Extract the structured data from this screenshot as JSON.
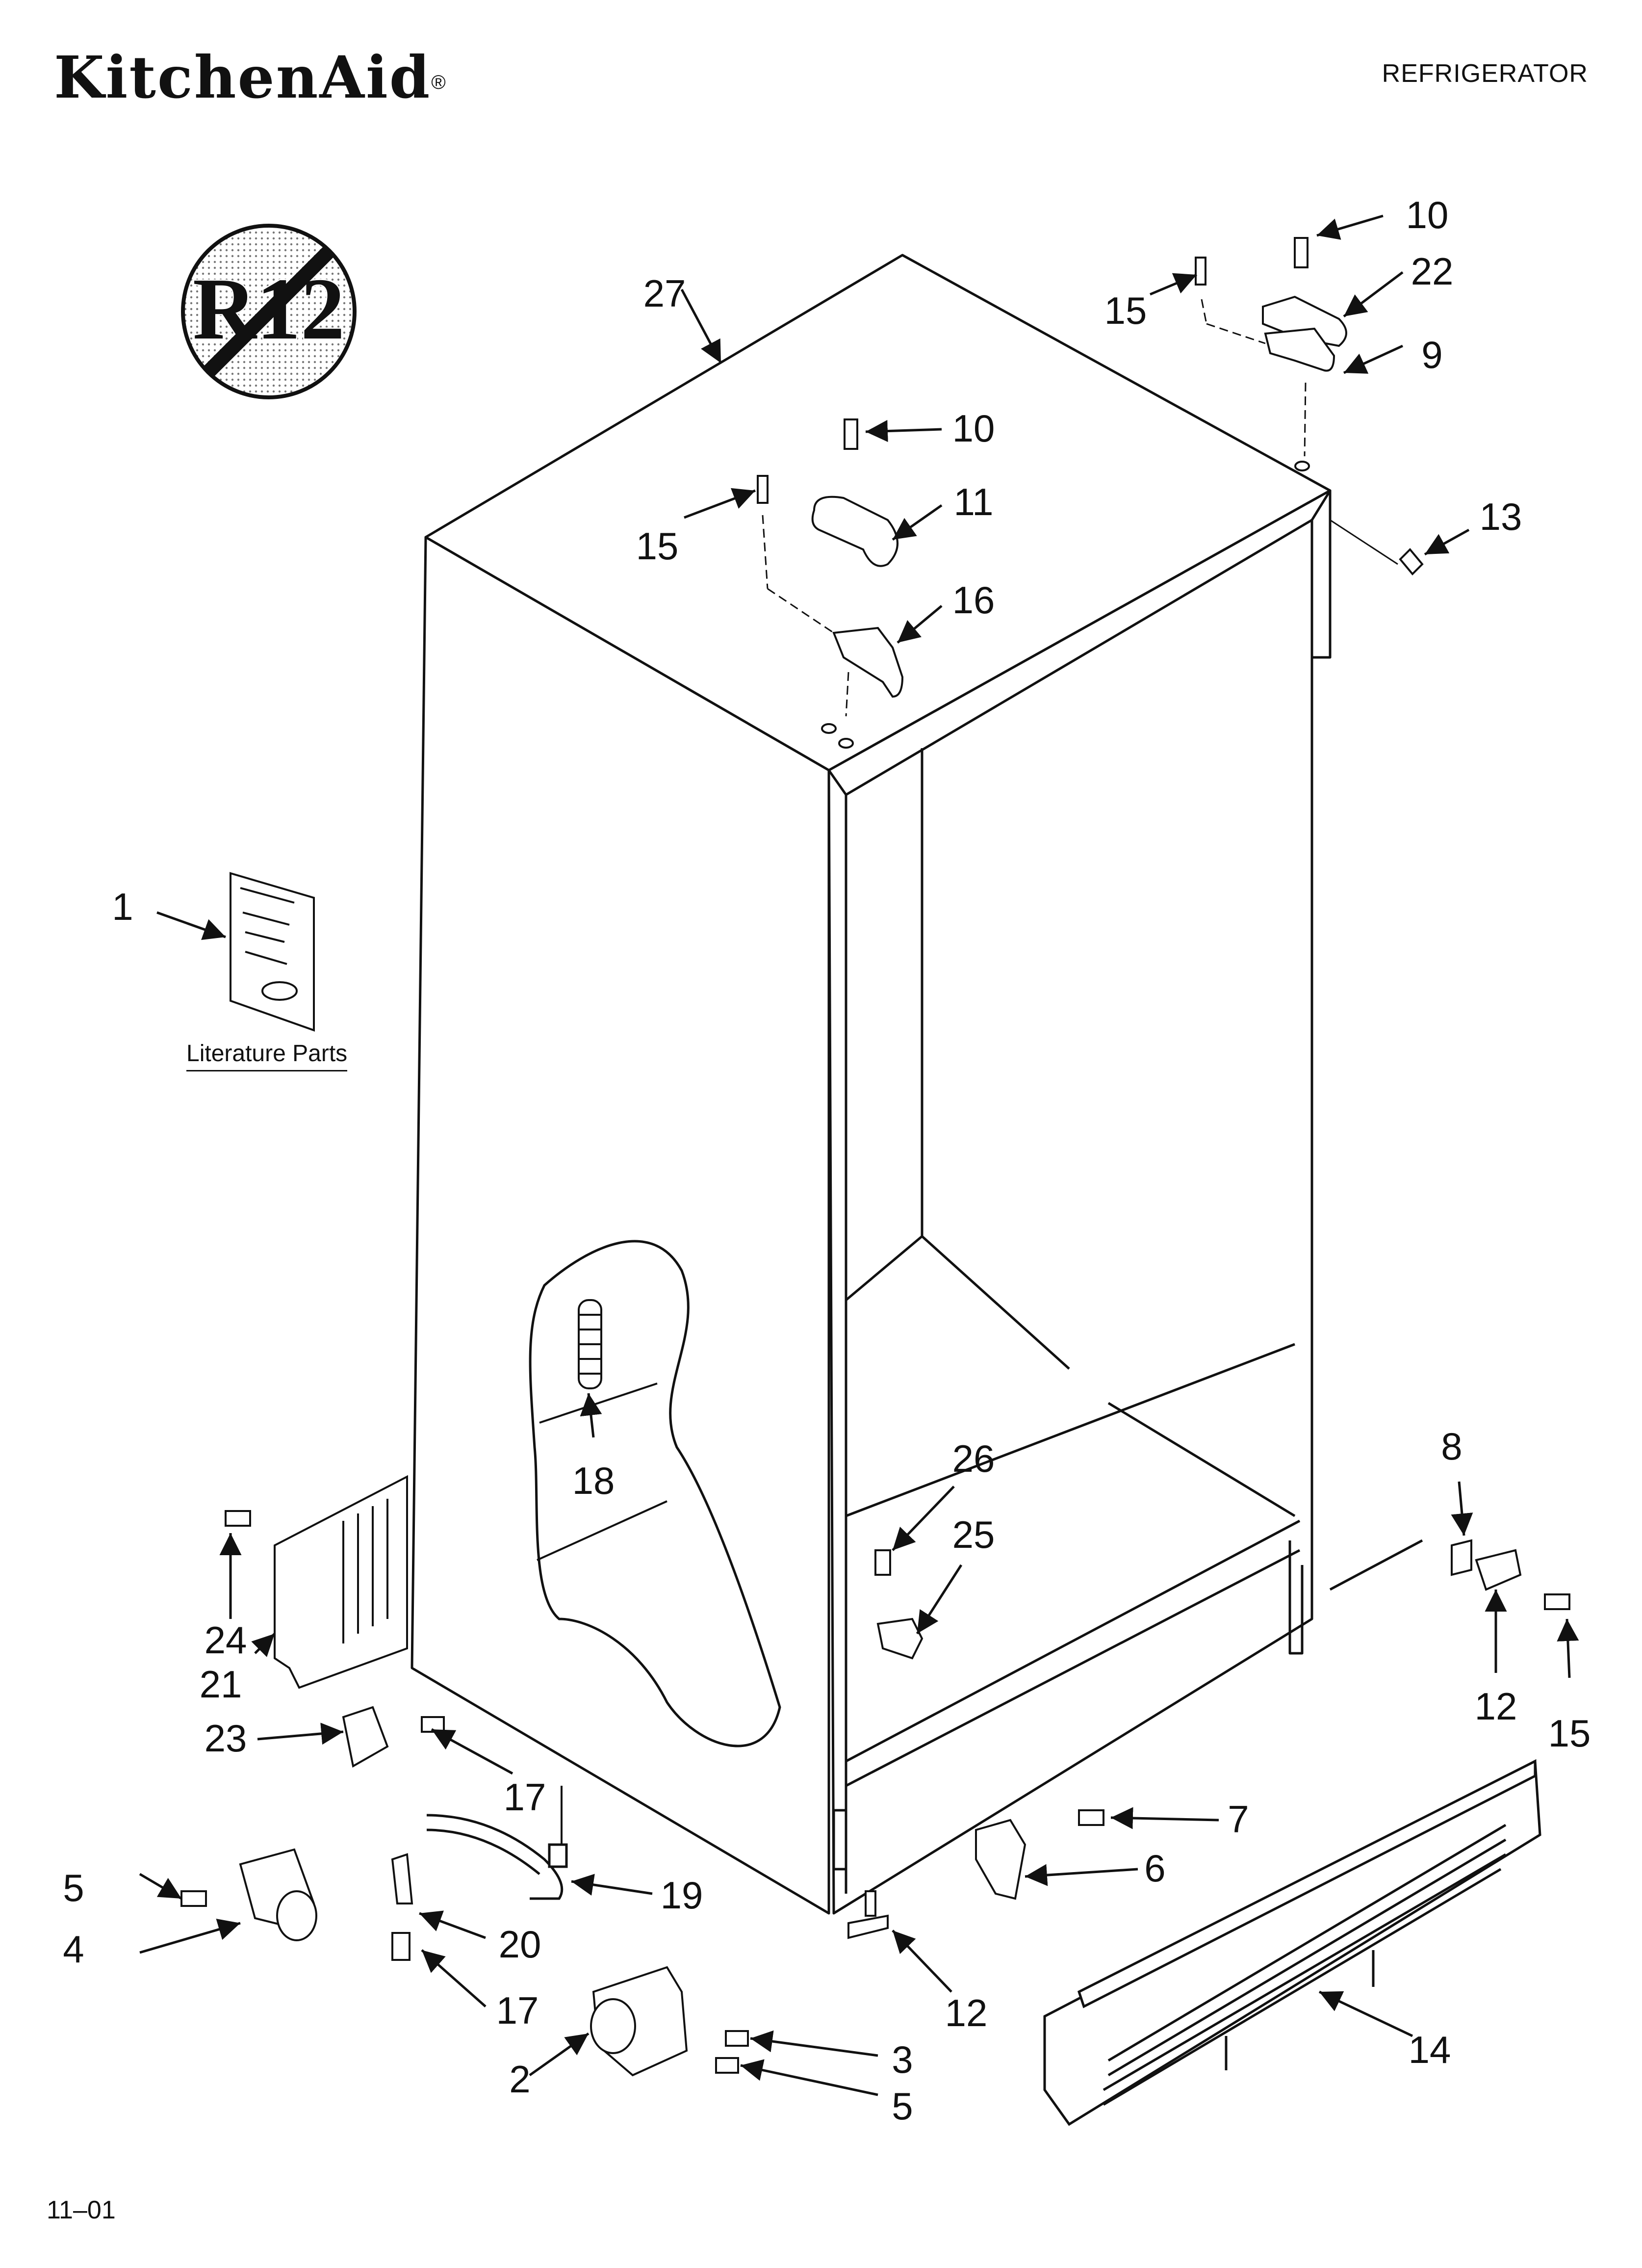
{
  "header": {
    "brand": "KitchenAid",
    "brand_mark": "®",
    "product": "REFRIGERATOR"
  },
  "literature_label": "Literature Parts",
  "footer": {
    "code": "11–01"
  },
  "badge": {
    "text": "R12"
  },
  "callouts": {
    "c1": "1",
    "c2": "2",
    "c3": "3",
    "c4": "4",
    "c5a": "5",
    "c5b": "5",
    "c6": "6",
    "c7": "7",
    "c8": "8",
    "c9": "9",
    "c10a": "10",
    "c10b": "10",
    "c11": "11",
    "c12a": "12",
    "c12b": "12",
    "c13": "13",
    "c14": "14",
    "c15a": "15",
    "c15b": "15",
    "c15c": "15",
    "c16": "16",
    "c17a": "17",
    "c17b": "17",
    "c18": "18",
    "c19": "19",
    "c20": "20",
    "c21": "21",
    "c22": "22",
    "c23": "23",
    "c24": "24",
    "c25": "25",
    "c26": "26",
    "c27": "27"
  }
}
